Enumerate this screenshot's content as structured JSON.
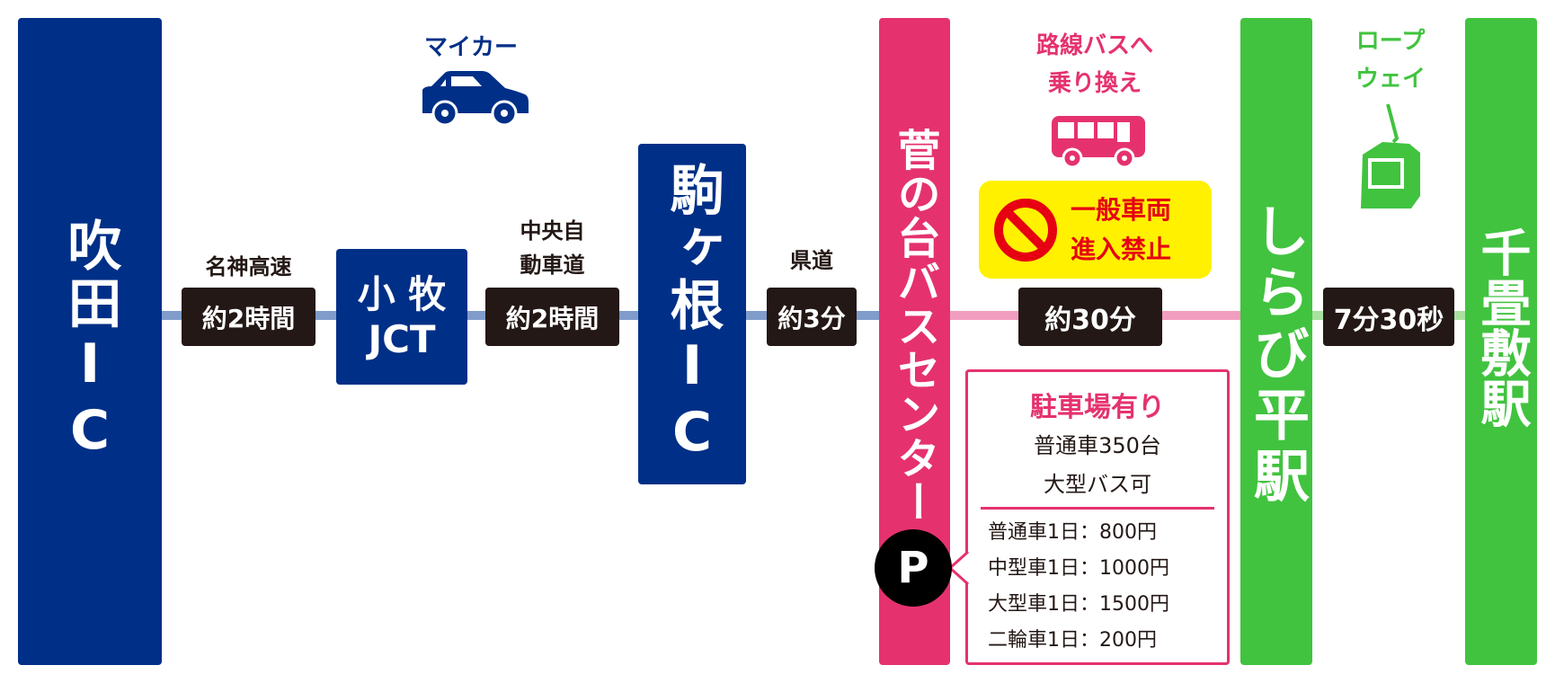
{
  "colors": {
    "navy": "#002f87",
    "pink": "#e5326f",
    "green": "#41c33f",
    "dark": "#231815",
    "yellow": "#fff100",
    "red": "#e60012"
  },
  "stations": {
    "suita": "吹田IC",
    "komaki_line1": "小 牧",
    "komaki_line2": "JCT",
    "komagane": "駒ヶ根IC",
    "suganodai": "菅の台バスセンター",
    "shirabidaira": "しらび平駅",
    "senjojiki": "千畳敷駅"
  },
  "segments": [
    {
      "label": "名神高速",
      "time": "約2時間"
    },
    {
      "label_line1": "中央自",
      "label_line2": "動車道",
      "time": "約2時間"
    },
    {
      "label": "県道",
      "time": "約3分"
    },
    {
      "time": "約30分"
    },
    {
      "time": "7分30秒"
    }
  ],
  "modes": {
    "car": "マイカー",
    "bus_line1": "路線バスへ",
    "bus_line2": "乗り換え",
    "ropeway_line1": "ロープ",
    "ropeway_line2": "ウェイ"
  },
  "notice": {
    "line1": "一般車両",
    "line2": "進入禁止"
  },
  "parking": {
    "badge": "P",
    "title": "駐車場有り",
    "capacity": "普通車350台",
    "bus_ok": "大型バス可",
    "fees": [
      "普通車1日：800円",
      "中型車1日：1000円",
      "大型車1日：1500円",
      "二輪車1日：200円"
    ]
  }
}
